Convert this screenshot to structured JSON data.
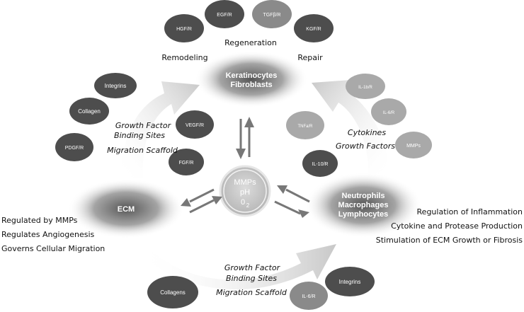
{
  "colors": {
    "node_dark": "#4d4d4d",
    "node_mid": "#8a8a8a",
    "node_light": "#a9a9a9",
    "arrow": "#777777",
    "text": "#111111"
  },
  "hubs": {
    "top": [
      "Keratinocytes",
      "Fibroblasts"
    ],
    "left": [
      "ECM"
    ],
    "right": [
      "Neutrophils",
      "Macrophages",
      "Lymphocytes"
    ],
    "center": [
      "MMPs",
      "pH",
      "0",
      "2"
    ]
  },
  "top_labels": {
    "remodeling": "Remodeling",
    "regeneration": "Regeneration",
    "repair": "Repair"
  },
  "factors": {
    "hgf": "HGF/R",
    "egf": "EGF/R",
    "tgf": "TGFβ/R",
    "kgf": "KGF/R",
    "integrins_top": "Integrins",
    "collagen": "Collagen",
    "pdgf": "PDGF/R",
    "vegf": "VEGF/R",
    "fgf": "FGF/R",
    "il1b": "IL-1b/R",
    "il6_top": "IL-6/R",
    "tnfa": "TNFa/R",
    "mmps": "MMPs",
    "il10": "IL-10/R",
    "collagens": "Collagens",
    "il6_bottom": "IL-6/R",
    "integrins_bottom": "Integrins"
  },
  "arc_labels": {
    "left": [
      "Growth Factor",
      "Binding Sites",
      "Migration Scaffold"
    ],
    "right": [
      "Cytokines",
      "Growth Factors"
    ],
    "bottom": [
      "Growth Factor",
      "Binding Sites",
      "Migration Scaffold"
    ]
  },
  "left_notes": [
    "Regulated by MMPs",
    "Regulates Angiogenesis",
    "Governs Cellular Migration"
  ],
  "right_notes": [
    "Regulation of Inflammation",
    "Cytokine and Protease Production",
    "Stimulation of ECM Growth or Fibrosis"
  ]
}
